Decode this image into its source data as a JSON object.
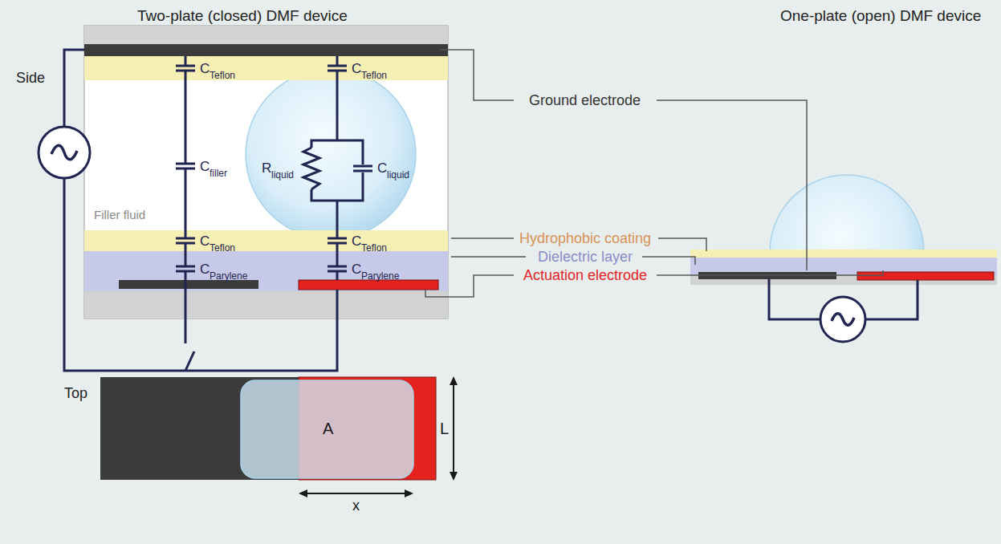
{
  "diagram": {
    "labels": [
      "Two-plate (closed) DMF device",
      "One-plate (open) DMF device",
      "Side",
      "C",
      "Teflon",
      "C",
      "Teflon",
      "C",
      "filler",
      "R",
      "liquid",
      "C",
      "liquid",
      "Filler fluid",
      "C",
      "Teflon",
      "C",
      "Teflon",
      "C",
      "Parylene",
      "C",
      "Parylene",
      "Ground electrode",
      "Hydrophobic coating",
      "Dielectric layer",
      "Actuation electrode",
      "Top",
      "A",
      "L",
      "x"
    ]
  }
}
